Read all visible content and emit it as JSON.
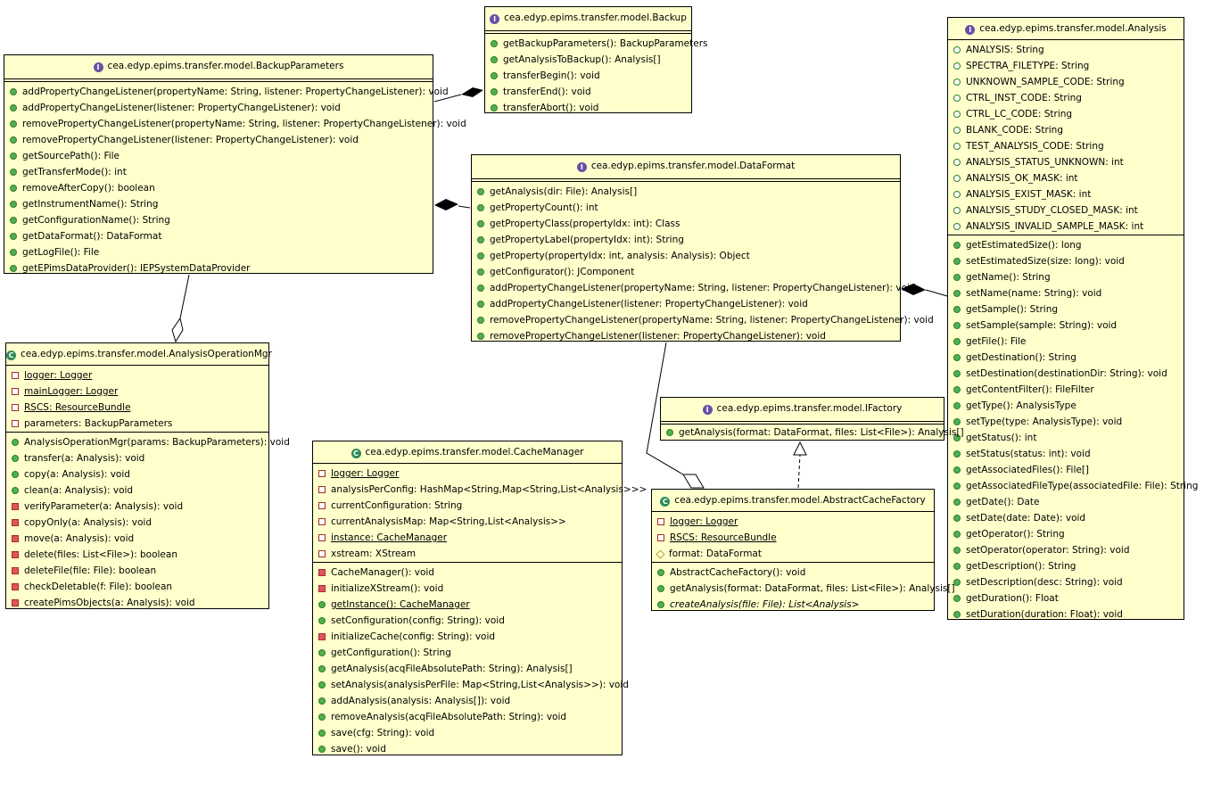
{
  "classes": {
    "backup_parameters": {
      "title": "cea.edyp.epims.transfer.model.BackupParameters",
      "ops": [
        "addPropertyChangeListener(propertyName: String, listener: PropertyChangeListener): void",
        "addPropertyChangeListener(listener: PropertyChangeListener): void",
        "removePropertyChangeListener(propertyName: String, listener: PropertyChangeListener): void",
        "removePropertyChangeListener(listener: PropertyChangeListener): void",
        "getSourcePath(): File",
        "getTransferMode(): int",
        "removeAfterCopy(): boolean",
        "getInstrumentName(): String",
        "getConfigurationName(): String",
        "getDataFormat(): DataFormat",
        "getLogFile(): File",
        "getEPimsDataProvider(): IEPSystemDataProvider"
      ]
    },
    "backup": {
      "title": "cea.edyp.epims.transfer.model.Backup",
      "ops": [
        "getBackupParameters(): BackupParameters",
        "getAnalysisToBackup(): Analysis[]",
        "transferBegin(): void",
        "transferEnd(): void",
        "transferAbort(): void"
      ]
    },
    "data_format": {
      "title": "cea.edyp.epims.transfer.model.DataFormat",
      "ops": [
        "getAnalysis(dir: File): Analysis[]",
        "getPropertyCount(): int",
        "getPropertyClass(propertyIdx: int): Class",
        "getPropertyLabel(propertyIdx: int): String",
        "getProperty(propertyIdx: int, analysis: Analysis): Object",
        "getConfigurator(): JComponent",
        "addPropertyChangeListener(propertyName: String, listener: PropertyChangeListener): void",
        "addPropertyChangeListener(listener: PropertyChangeListener): void",
        "removePropertyChangeListener(propertyName: String, listener: PropertyChangeListener): void",
        "removePropertyChangeListener(listener: PropertyChangeListener): void"
      ]
    },
    "analysis": {
      "title": "cea.edyp.epims.transfer.model.Analysis",
      "attrs": [
        "ANALYSIS: String",
        "SPECTRA_FILETYPE: String",
        "UNKNOWN_SAMPLE_CODE: String",
        "CTRL_INST_CODE: String",
        "CTRL_LC_CODE: String",
        "BLANK_CODE: String",
        "TEST_ANALYSIS_CODE: String",
        "ANALYSIS_STATUS_UNKNOWN: int",
        "ANALYSIS_OK_MASK: int",
        "ANALYSIS_EXIST_MASK: int",
        "ANALYSIS_STUDY_CLOSED_MASK: int",
        "ANALYSIS_INVALID_SAMPLE_MASK: int"
      ],
      "ops": [
        "getEstimatedSize(): long",
        "setEstimatedSize(size: long): void",
        "getName(): String",
        "setName(name: String): void",
        "getSample(): String",
        "setSample(sample: String): void",
        "getFile(): File",
        "getDestination(): String",
        "setDestination(destinationDir: String): void",
        "getContentFilter(): FileFilter",
        "getType(): AnalysisType",
        "setType(type: AnalysisType): void",
        "getStatus(): int",
        "setStatus(status: int): void",
        "getAssociatedFiles(): File[]",
        "getAssociatedFileType(associatedFile: File): String",
        "getDate(): Date",
        "setDate(date: Date): void",
        "getOperator(): String",
        "setOperator(operator: String): void",
        "getDescription(): String",
        "setDescription(desc: String): void",
        "getDuration(): Float",
        "setDuration(duration: Float): void"
      ]
    },
    "analysis_operation_mgr": {
      "title": "cea.edyp.epims.transfer.model.AnalysisOperationMgr",
      "attrs": [
        {
          "text": "logger: Logger",
          "vis": "privattr",
          "underline": true
        },
        {
          "text": "mainLogger: Logger",
          "vis": "privattr",
          "underline": true
        },
        {
          "text": "RSCS: ResourceBundle",
          "vis": "privattr",
          "underline": true
        },
        {
          "text": "parameters: BackupParameters",
          "vis": "privattr",
          "underline": false
        }
      ],
      "ops": [
        {
          "text": "AnalysisOperationMgr(params: BackupParameters): void",
          "vis": "pub"
        },
        {
          "text": "transfer(a: Analysis): void",
          "vis": "pub"
        },
        {
          "text": "copy(a: Analysis): void",
          "vis": "pub"
        },
        {
          "text": "clean(a: Analysis): void",
          "vis": "pub"
        },
        {
          "text": "verifyParameter(a: Analysis): void",
          "vis": "priv"
        },
        {
          "text": "copyOnly(a: Analysis): void",
          "vis": "priv"
        },
        {
          "text": "move(a: Analysis): void",
          "vis": "priv"
        },
        {
          "text": "delete(files: List<File>): boolean",
          "vis": "priv"
        },
        {
          "text": "deleteFile(file: File): boolean",
          "vis": "priv"
        },
        {
          "text": "checkDeletable(f: File): boolean",
          "vis": "priv"
        },
        {
          "text": "createPimsObjects(a: Analysis): void",
          "vis": "priv"
        }
      ]
    },
    "cache_manager": {
      "title": "cea.edyp.epims.transfer.model.CacheManager",
      "attrs": [
        {
          "text": "logger: Logger",
          "vis": "privattr",
          "underline": true
        },
        {
          "text": "analysisPerConfig: HashMap<String,Map<String,List<Analysis>>>",
          "vis": "privattr",
          "underline": false
        },
        {
          "text": "currentConfiguration: String",
          "vis": "privattr",
          "underline": false
        },
        {
          "text": "currentAnalysisMap: Map<String,List<Analysis>>",
          "vis": "privattr",
          "underline": false
        },
        {
          "text": "instance: CacheManager",
          "vis": "privattr",
          "underline": true
        },
        {
          "text": "xstream: XStream",
          "vis": "privattr",
          "underline": false
        }
      ],
      "ops": [
        {
          "text": "CacheManager(): void",
          "vis": "priv",
          "underline": false
        },
        {
          "text": "initializeXStream(): void",
          "vis": "priv",
          "underline": false
        },
        {
          "text": "getInstance(): CacheManager",
          "vis": "pub",
          "underline": true
        },
        {
          "text": "setConfiguration(config: String): void",
          "vis": "pub",
          "underline": false
        },
        {
          "text": "initializeCache(config: String): void",
          "vis": "priv",
          "underline": false
        },
        {
          "text": "getConfiguration(): String",
          "vis": "pub",
          "underline": false
        },
        {
          "text": "getAnalysis(acqFileAbsolutePath: String): Analysis[]",
          "vis": "pub",
          "underline": false
        },
        {
          "text": "setAnalysis(analysisPerFile: Map<String,List<Analysis>>): void",
          "vis": "pub",
          "underline": false
        },
        {
          "text": "addAnalysis(analysis: Analysis[]): void",
          "vis": "pub",
          "underline": false
        },
        {
          "text": "removeAnalysis(acqFileAbsolutePath: String): void",
          "vis": "pub",
          "underline": false
        },
        {
          "text": "save(cfg: String): void",
          "vis": "pub",
          "underline": false
        },
        {
          "text": "save(): void",
          "vis": "pub",
          "underline": false
        }
      ]
    },
    "ifactory": {
      "title": "cea.edyp.epims.transfer.model.IFactory",
      "ops": [
        "getAnalysis(format: DataFormat, files: List<File>): Analysis[]"
      ]
    },
    "abstract_cache_factory": {
      "title": "cea.edyp.epims.transfer.model.AbstractCacheFactory",
      "attrs": [
        {
          "text": "logger: Logger",
          "vis": "privattr",
          "underline": true
        },
        {
          "text": "RSCS: ResourceBundle",
          "vis": "privattr",
          "underline": true
        },
        {
          "text": "format: DataFormat",
          "vis": "prot",
          "underline": false
        }
      ],
      "ops": [
        {
          "text": "AbstractCacheFactory(): void",
          "vis": "pub",
          "italic": false
        },
        {
          "text": "getAnalysis(format: DataFormat, files: List<File>): Analysis[]",
          "vis": "pub",
          "italic": false
        },
        {
          "text": "createAnalysis(file: File): List<Analysis>",
          "vis": "pub",
          "italic": true
        }
      ]
    }
  },
  "colors": {
    "class_fill": "#ffffcc",
    "border": "#000000",
    "interface_icon": "#6a4fa8",
    "class_icon": "#2e8b57"
  }
}
